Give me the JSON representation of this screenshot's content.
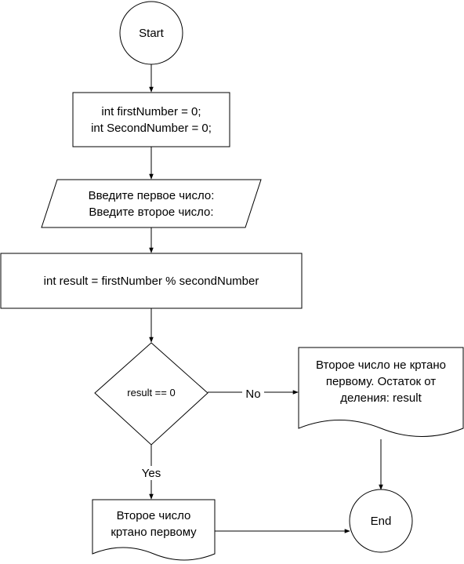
{
  "nodes": {
    "start": {
      "label": "Start"
    },
    "declare": {
      "line1": "int firstNumber = 0;",
      "line2": "int SecondNumber = 0;"
    },
    "input": {
      "line1": "Введите первое число:",
      "line2": "Введите второе число:"
    },
    "compute": {
      "label": "int result = firstNumber % secondNumber"
    },
    "decision": {
      "label": "result == 0"
    },
    "no_output": {
      "line1": "Второе число не кртано",
      "line2": "первому. Остаток от",
      "line3": "деления: result"
    },
    "yes_output": {
      "line1": "Второе число",
      "line2": "кртано первому"
    },
    "end": {
      "label": "End"
    }
  },
  "edges": {
    "no_label": "No",
    "yes_label": "Yes"
  }
}
